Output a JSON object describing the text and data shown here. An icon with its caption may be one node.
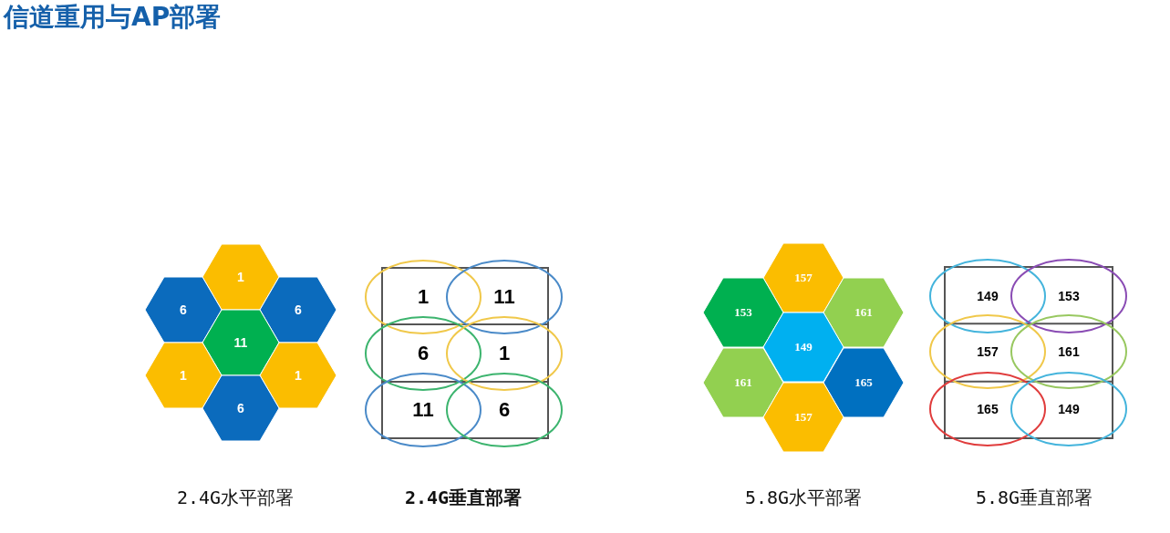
{
  "diagram": {
    "title": "信道重用与AP部署",
    "nodes": [
      {
        "text": [
          "1"
        ]
      },
      {
        "text": [
          "6"
        ]
      },
      {
        "text": [
          "6"
        ]
      },
      {
        "text": [
          "11"
        ]
      },
      {
        "text": [
          "1"
        ]
      },
      {
        "text": [
          "1"
        ]
      },
      {
        "text": [
          "6"
        ]
      },
      {
        "text": [
          "1"
        ]
      },
      {
        "text": [
          "11"
        ]
      },
      {
        "text": [
          "6"
        ]
      },
      {
        "text": [
          "1"
        ]
      },
      {
        "text": [
          "11"
        ]
      },
      {
        "text": [
          "6"
        ]
      },
      {
        "text": [
          "157"
        ]
      },
      {
        "text": [
          "153"
        ]
      },
      {
        "text": [
          "161"
        ]
      },
      {
        "text": [
          "149"
        ]
      },
      {
        "text": [
          "161"
        ]
      },
      {
        "text": [
          "165"
        ]
      },
      {
        "text": [
          "157"
        ]
      },
      {
        "text": [
          "149"
        ]
      },
      {
        "text": [
          "153"
        ]
      },
      {
        "text": [
          "157"
        ]
      },
      {
        "text": [
          "161"
        ]
      },
      {
        "text": [
          "165"
        ]
      },
      {
        "text": [
          "149"
        ]
      }
    ],
    "labels": [
      "2.4G水平部署",
      "2.4G垂直部署",
      "5.8G水平部署",
      "5.8G垂直部署"
    ]
  }
}
